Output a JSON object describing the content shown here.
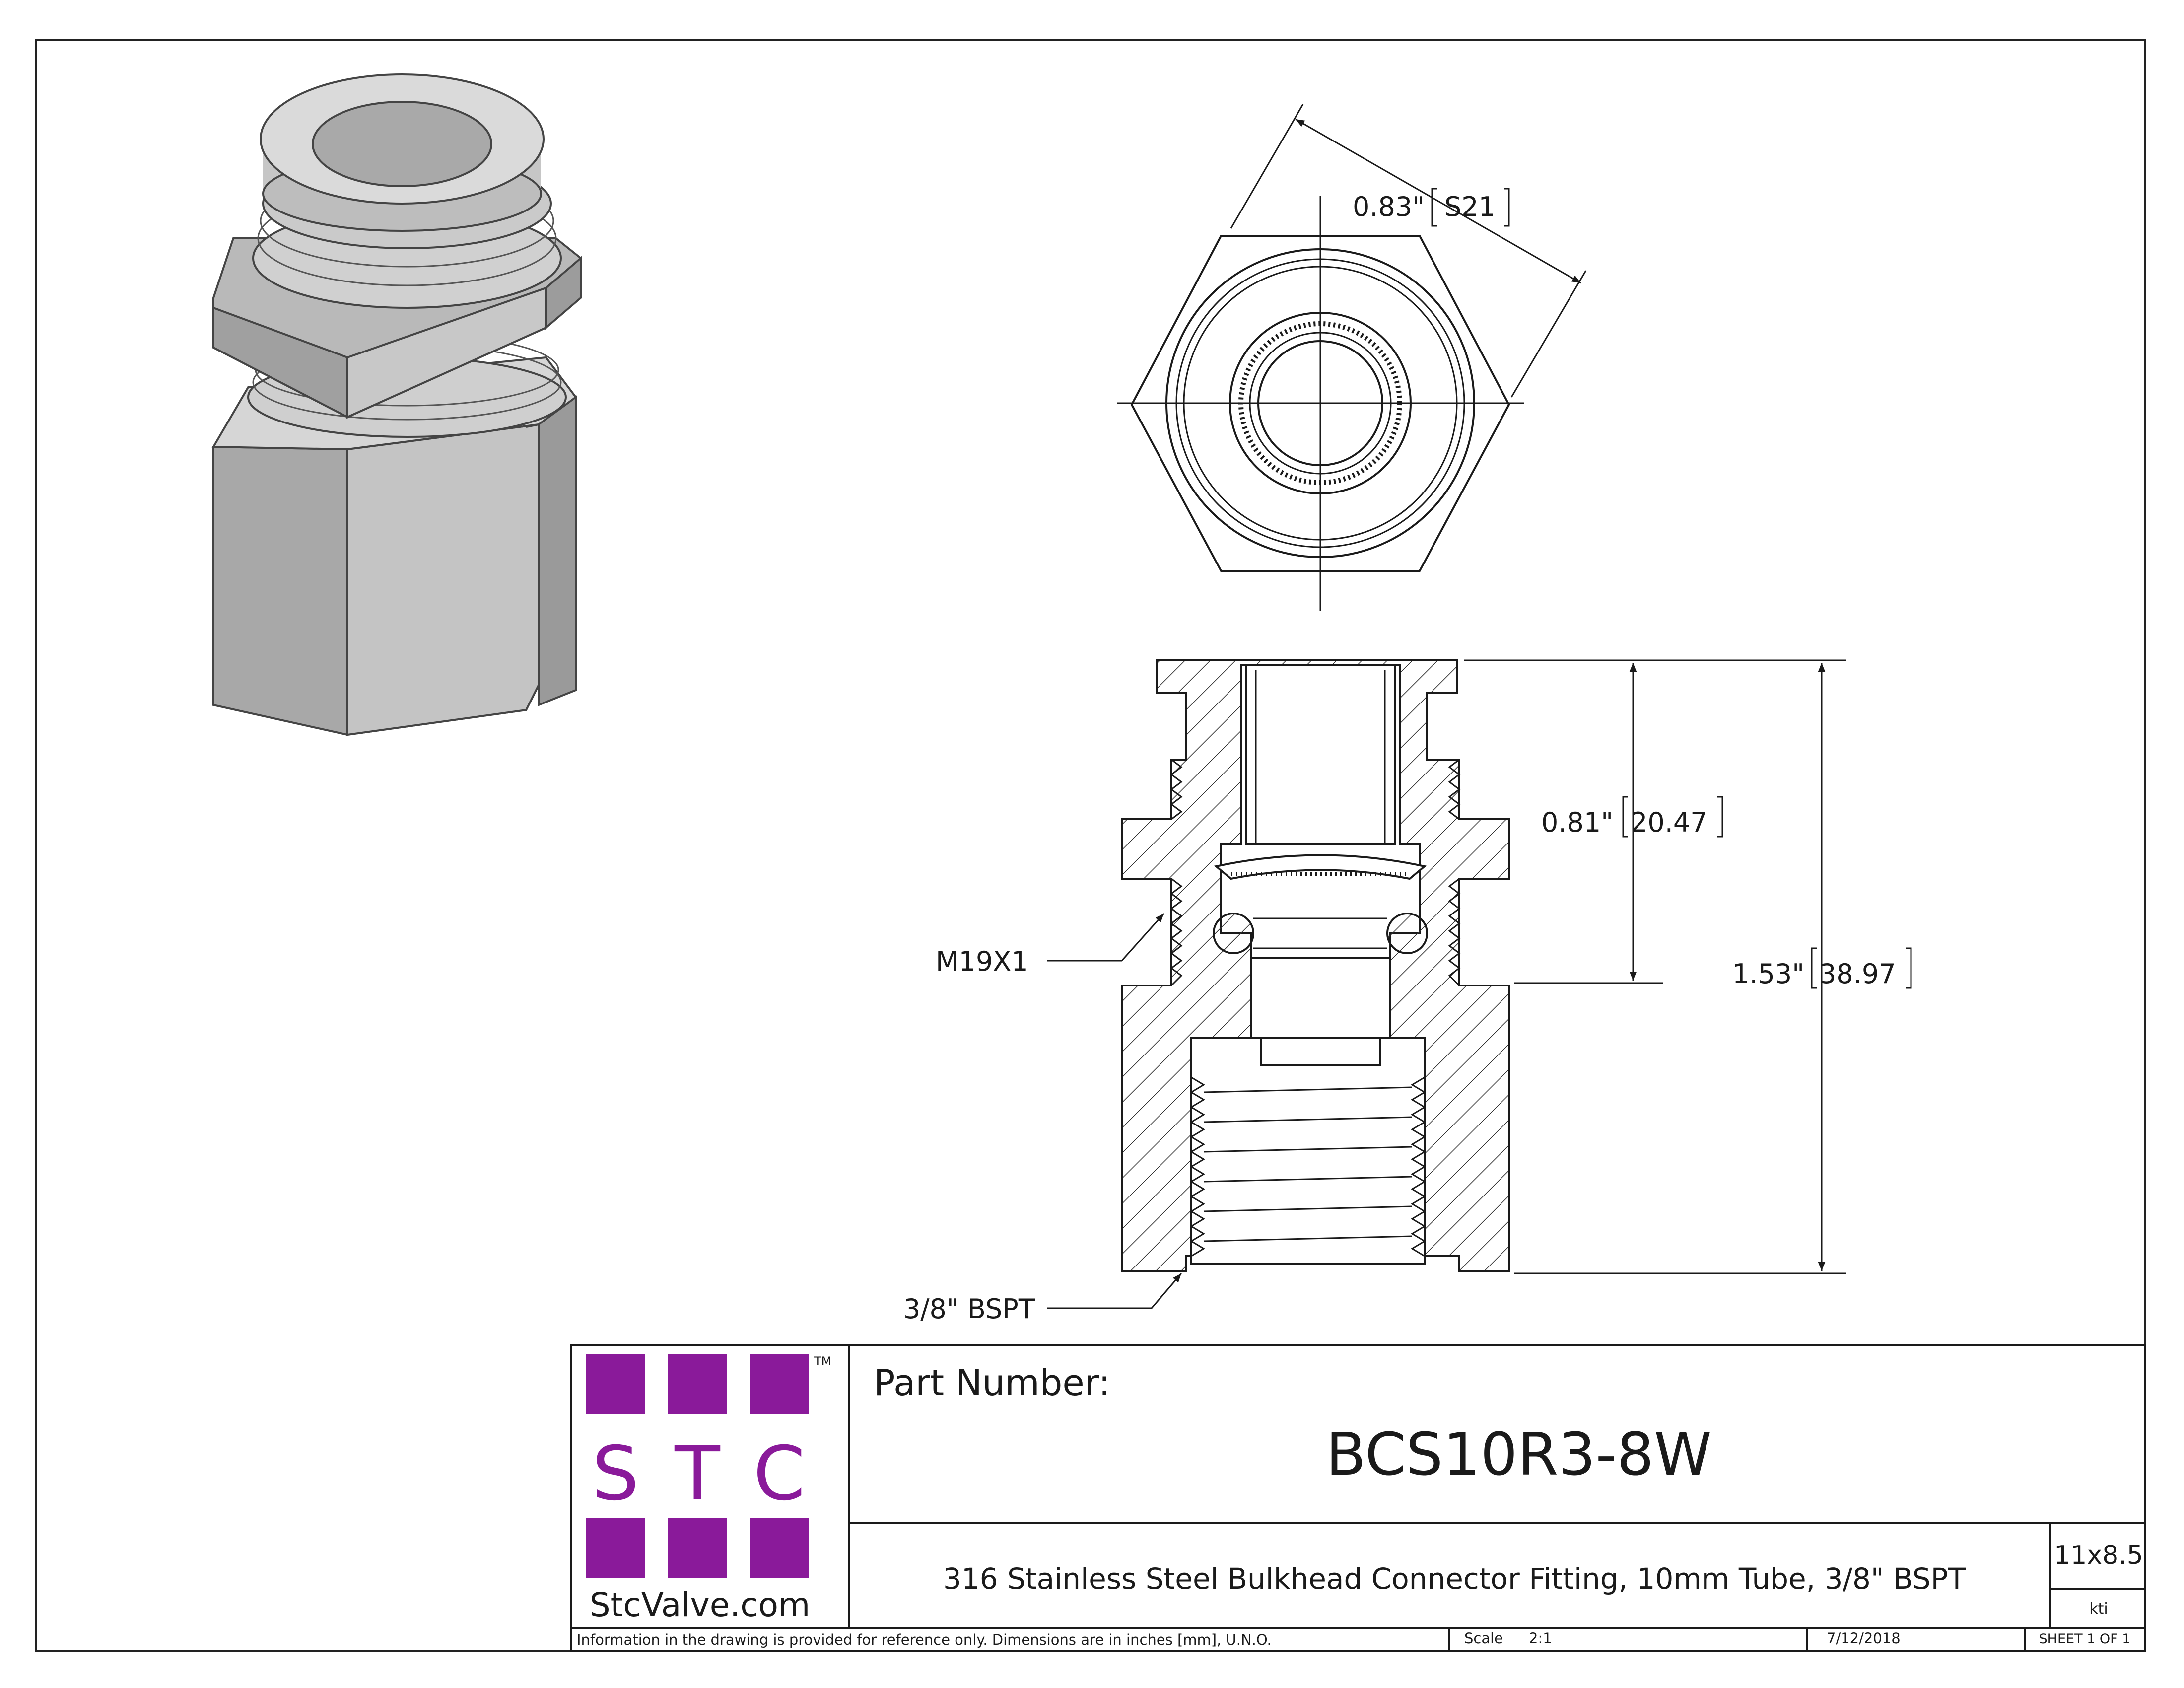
{
  "views": {
    "top": {
      "hex_width_in": "0.83\"",
      "hex_width_mm": "S21"
    },
    "section": {
      "upper_length_in": "0.81\"",
      "upper_length_mm": "20.47",
      "overall_length_in": "1.53\"",
      "overall_length_mm": "38.97",
      "thread_upper": "M19X1",
      "thread_lower": "3/8\" BSPT"
    }
  },
  "title_block": {
    "logo": {
      "letters": [
        "S",
        "T",
        "C"
      ],
      "trademark": "TM",
      "website": "StcValve.com",
      "color": "#8a1a9a"
    },
    "part_number_label": "Part Number:",
    "part_number": "BCS10R3-8W",
    "description": "316 Stainless Steel Bulkhead Connector Fitting, 10mm Tube, 3/8\" BSPT",
    "sheet_size": "11x8.5",
    "drawn_by": "kti",
    "disclaimer": "Information in the drawing is provided for reference only. Dimensions are in inches [mm], U.N.O.",
    "scale_label": "Scale",
    "scale": "2:1",
    "date": "7/12/2018",
    "sheet": "SHEET 1 OF 1"
  }
}
